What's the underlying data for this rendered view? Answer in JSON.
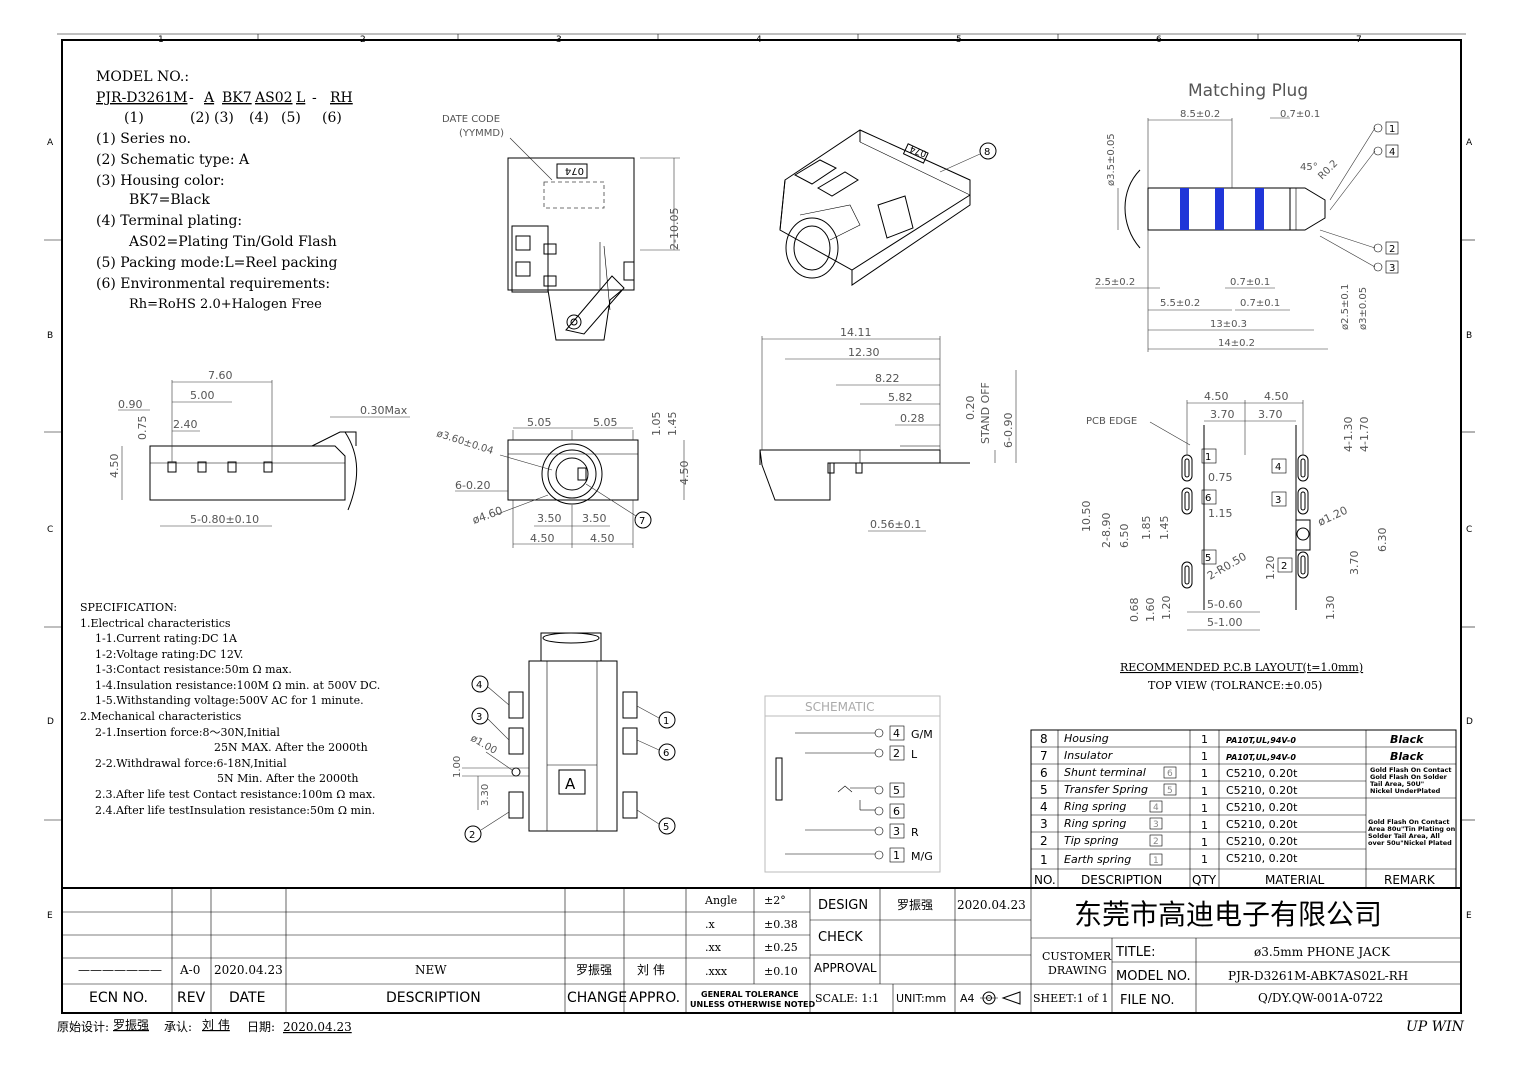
{
  "model": {
    "heading": "MODEL NO.:",
    "code_parts": [
      "PJR-D3261M",
      "-",
      "A",
      "BK7",
      "AS02",
      "L",
      "-",
      "RH"
    ],
    "indices": [
      "(1)",
      "(2)",
      "(3)",
      "(4)",
      "(5)",
      "(6)"
    ],
    "lines": [
      "(1) Series no.",
      "(2) Schematic type: A",
      "(3) Housing color:",
      "BK7=Black",
      "(4) Terminal plating:",
      "AS02=Plating Tin/Gold Flash",
      "(5) Packing mode:L=Reel packing",
      "(6) Environmental requirements:",
      "Rh=RoHS 2.0+Halogen Free"
    ]
  },
  "spec": {
    "heading": "SPECIFICATION:",
    "lines": [
      "1.Electrical characteristics",
      "1-1.Current rating:DC 1A",
      "1-2:Voltage rating:DC 12V.",
      "1-3:Contact resistance:50m Ω max.",
      "1-4.Insulation resistance:100M Ω min. at 500V DC.",
      "1-5.Withstanding voltage:500V AC for 1 minute.",
      "2.Mechanical characteristics",
      "2-1.Insertion force:8～30N,Initial",
      "25N MAX. After the 2000th",
      "2-2.Withdrawal force:6-18N,Initial",
      "5N Min. After the 2000th",
      "2.3.After life test Contact resistance:100m Ω max.",
      "2.4.After life testInsulation resistance:50m Ω min."
    ]
  },
  "grid": {
    "cols": [
      "1",
      "2",
      "3",
      "4",
      "5",
      "6",
      "7"
    ],
    "rows": [
      "A",
      "B",
      "C",
      "D",
      "E"
    ]
  },
  "top_view": {
    "date_code": "DATE CODE",
    "date_fmt": "(YYMMD)",
    "mark": "074",
    "dim": "2-10.05"
  },
  "iso_view": {
    "mark": "074",
    "callout": "8"
  },
  "matching_plug": {
    "title": "Matching Plug",
    "dims": [
      "8.5±0.2",
      "0.7±0.1",
      "ø3.5±0.05",
      "45°",
      "R0.2",
      "2.5±0.2",
      "0.7±0.1",
      "5.5±0.2",
      "0.7±0.1",
      "13±0.3",
      "14±0.2",
      "ø2.5±0.1",
      "ø3±0.05"
    ],
    "pins": [
      "1",
      "4",
      "2",
      "3"
    ]
  },
  "side_view": {
    "dims": [
      "7.60",
      "5.00",
      "0.90",
      "0.75",
      "2.40",
      "0.30Max",
      "4.50",
      "5-0.80±0.10"
    ]
  },
  "front_view": {
    "dims": [
      "5.05",
      "5.05",
      "1.05",
      "1.45",
      "ø3.60±0.04",
      "6-0.20",
      "4.50",
      "ø4.60",
      "3.50",
      "3.50",
      "4.50",
      "4.50"
    ],
    "callout": "7"
  },
  "right_view": {
    "dims": [
      "14.11",
      "12.30",
      "8.22",
      "5.82",
      "0.28",
      "0.20",
      "STAND OFF",
      "6-0.90",
      "0.56±0.1"
    ]
  },
  "pcb": {
    "edge": "PCB EDGE",
    "dims": [
      "4.50",
      "4.50",
      "3.70",
      "3.70",
      "4-1.30",
      "4-1.70",
      "0.75",
      "1.15",
      "ø1.20",
      "10.50",
      "2-8.90",
      "6.50",
      "1.85",
      "1.45",
      "6.30",
      "2-R0.50",
      "1.20",
      "3.70",
      "0.68",
      "1.60",
      "1.20",
      "5-0.60",
      "5-1.00",
      "1.30"
    ],
    "pins": [
      "1",
      "6",
      "5",
      "4",
      "3",
      "2"
    ],
    "caption": "RECOMMENDED P.C.B LAYOUT(t=1.0mm)",
    "subcaption": "TOP VIEW (TOLRANCE:±0.05)"
  },
  "bottom_view": {
    "dims": [
      "ø1.00",
      "1.00",
      "3.30"
    ],
    "callouts": [
      "4",
      "3",
      "2",
      "1",
      "6",
      "5"
    ],
    "mark": "A"
  },
  "schematic": {
    "title": "SCHEMATIC",
    "pins": [
      {
        "num": "4",
        "label": "G/M"
      },
      {
        "num": "2",
        "label": "L"
      },
      {
        "num": "5",
        "label": ""
      },
      {
        "num": "6",
        "label": ""
      },
      {
        "num": "3",
        "label": "R"
      },
      {
        "num": "1",
        "label": "M/G"
      }
    ]
  },
  "bom": {
    "headers": [
      "NO.",
      "DESCRIPTION",
      "QTY",
      "MATERIAL",
      "REMARK"
    ],
    "rows": [
      {
        "no": "8",
        "desc": "Housing",
        "ref": "",
        "qty": "1",
        "mat": "PA10T,UL,94V-0",
        "remark": "Black"
      },
      {
        "no": "7",
        "desc": "Insulator",
        "ref": "",
        "qty": "1",
        "mat": "PA10T,UL,94V-0",
        "remark": "Black"
      },
      {
        "no": "6",
        "desc": "Shunt terminal",
        "ref": "6",
        "qty": "1",
        "mat": "C5210, 0.20t",
        "remark": ""
      },
      {
        "no": "5",
        "desc": "Transfer Spring",
        "ref": "5",
        "qty": "1",
        "mat": "C5210, 0.20t",
        "remark": ""
      },
      {
        "no": "4",
        "desc": "Ring spring",
        "ref": "4",
        "qty": "1",
        "mat": "C5210, 0.20t",
        "remark": ""
      },
      {
        "no": "3",
        "desc": "Ring spring",
        "ref": "3",
        "qty": "1",
        "mat": "C5210, 0.20t",
        "remark": ""
      },
      {
        "no": "2",
        "desc": "Tip spring",
        "ref": "2",
        "qty": "1",
        "mat": "C5210, 0.20t",
        "remark": ""
      },
      {
        "no": "1",
        "desc": "Earth spring",
        "ref": "1",
        "qty": "1",
        "mat": "C5210, 0.20t",
        "remark": ""
      }
    ],
    "remark_a": [
      "Gold Flash On Contact",
      "Gold Flash On Solder",
      "Tail Area, 50U\"",
      "Nickel UnderPlated"
    ],
    "remark_b": [
      "Gold Flash On Contact",
      "Area 80u\"Tin Plating on",
      "Solder Tail Area, All",
      "over 50u\"Nickel Plated"
    ]
  },
  "title_block": {
    "tol_rows": [
      {
        "k": "Angle",
        "v": "±2°"
      },
      {
        "k": ".x",
        "v": "±0.38"
      },
      {
        "k": ".xx",
        "v": "±0.25"
      },
      {
        "k": ".xxx",
        "v": "±0.10"
      }
    ],
    "tol_note1": "GENERAL TOLERANCE",
    "tol_note2": "UNLESS OTHERWISE NOTED",
    "design": "DESIGN",
    "designer": "罗振强",
    "design_date": "2020.04.23",
    "check": "CHECK",
    "approval": "APPROVAL",
    "scale": "SCALE: 1:1",
    "unit": "UNIT:mm",
    "paper": "A4",
    "company": "东莞市高迪电子有限公司",
    "customer1": "CUSTOMER",
    "customer2": "DRAWING",
    "title_k": "TITLE:",
    "title_v": "ø3.5mm PHONE JACK",
    "model_k": "MODEL NO.",
    "model_v": "PJR-D3261M-ABK7AS02L-RH",
    "sheet": "SHEET:1 of 1",
    "file_k": "FILE NO.",
    "file_v": "Q/DY.QW-001A-0722",
    "rev": {
      "line": "———————",
      "rev": "A-0",
      "date": "2020.04.23",
      "desc": "NEW",
      "change": "罗振强",
      "appro": "刘 伟"
    },
    "rev_headers": [
      "ECN NO.",
      "REV",
      "DATE",
      "DESCRIPTION",
      "CHANGE",
      "APPRO."
    ]
  },
  "footer": {
    "designer_k": "原始设计:",
    "designer_v": "罗振强",
    "approver_k": "承认:",
    "approver_v": "刘 伟",
    "date_k": "日期:",
    "date_v": "2020.04.23",
    "brand": "UP WIN"
  },
  "colors": {
    "plug_band": "#1f35d8",
    "ink": "#000000"
  }
}
